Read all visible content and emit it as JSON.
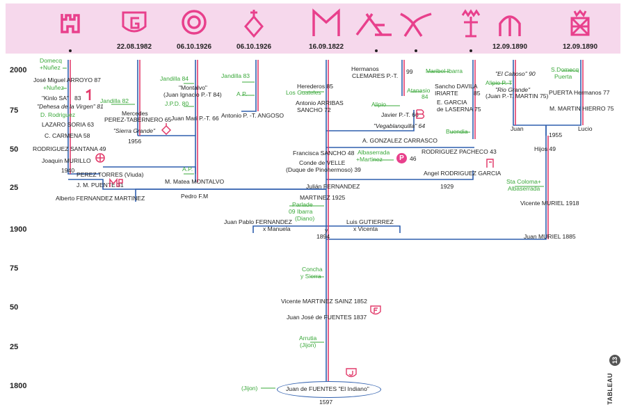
{
  "brand_dates": [
    "",
    "22.08.1982",
    "06.10.1926",
    "06.10.1926",
    "16.09.1822",
    "",
    "",
    "",
    "12.09.1890",
    "12.09.1890"
  ],
  "brand_names": [
    "castle-brand-icon",
    "g-brand-icon",
    "ring-brand-icon",
    "diamond-cross-brand-icon",
    "m-brand-icon",
    "triangle-brand-icon",
    "horned-brand-icon",
    "crown-anchor-brand-icon",
    "arch-brand-icon",
    "crowned-box-brand-icon"
  ],
  "year_labels": {
    "y2000": "2000",
    "y75a": "75",
    "y50a": "50",
    "y25a": "25",
    "y1900": "1900",
    "y75b": "75",
    "y50b": "50",
    "y25b": "25",
    "y1800": "1800"
  },
  "colors": {
    "blue": "#2f5fae",
    "red": "#e23a6a",
    "green": "#3aa83a",
    "banner": "#f6d8ec",
    "brand": "#e8408c"
  },
  "labels": {
    "domecq_nunez": "Domecq\n+Nuñez",
    "arroyo": "José Miguel ARROYO 87",
    "nunez": "+Nuñez",
    "kinlo": "\"Kinlo SA\"",
    "kinlo_num": "83",
    "dehesa": "\"Dehesa de la Virgen\" 81",
    "d_rodriguez": "D. Rodriguez",
    "lazaro": "LAZARO SORIA 63",
    "carmena": "C. CARMENA 58",
    "rodriguez_santana": "RODRIGUEZ SANTANA 49",
    "murillo": "Joaquin MURILLO",
    "y1940": "1940",
    "perez_torres": "PEREZ TORRES (Viuda)",
    "puente": "J. M. PUENTE 31",
    "alberto": "Alberto FERNANDEZ MARTINEZ",
    "jandilla82": "Jandilla 82",
    "mercedes": "Mercedes",
    "perez_tabernero": "PEREZ-TABERNERO 65",
    "sierra_grande": "\"Sierra Grande\"",
    "y1956": "1956",
    "jandilla84": "Jandilla 84",
    "montalvo": "\"Montalvo\"",
    "juan_ignacio": "(Juan Ignacio P.-T 84)",
    "jpd80": "J.P.D. 80",
    "juan_mari": "Juan Mari P.-T. 66",
    "ap1": "A.P.",
    "matea": "M. Matea MONTALVO",
    "pedro": "Pedro F.M",
    "jandilla83": "Jandilla 83",
    "ap2": "A.P.",
    "antonio_angoso": "Antonio P. -T. ANGOSO",
    "herederos": "Herederos 85",
    "los_guateles": "Los Guateles",
    "antonio_arribas": "Antonio ARRIBAS",
    "sancho72": "SANCHO 72",
    "francisca": "Francisca SANCHO 48",
    "conde": "Conde de VELLE",
    "duque": "(Duque de Pinohermoso) 39",
    "julian": "Julián FERNANDEZ",
    "martinez1925": "MARTINEZ 1925",
    "parlade": "Parlade",
    "ibarra09": "09 Ibarra",
    "diano": "(Diano)",
    "juan_pablo": "Juan Pablo FERNANDEZ",
    "x_manuela": "x Manuela",
    "luis": "Luis GUTIERREZ",
    "x_vicenta": "x Vicenta",
    "y_": "y",
    "y1894": "1894",
    "hermanos": "Hermanos",
    "clemares": "CLEMARES P.-T.",
    "n99": "99",
    "atanasio": "Atanasio",
    "n84": "84",
    "alipio": "Alipio",
    "javier": "Javier P.-T. 66",
    "vegablanquilla": "\"Vegablanquilla\" 64",
    "gonzalez": "A. GONZALEZ CARRASCO",
    "albaserrada": "Albaserrada",
    "martinez_plus": "+Martinez",
    "p_badge": "P",
    "n46": "46",
    "maribel": "Maribel Ibarra",
    "sancho_davila": "Sancho DAVILA",
    "iriarte": "IRIARTE",
    "n85": "85",
    "e_garcia": "E. GARCIA",
    "lasserna": "de LASERNA 75",
    "buendia": "Buendia",
    "rodriguez_pacheco": "RODRIGUEZ PACHECO 43",
    "angel": "Angel RODRIGUEZ GARCIA",
    "y1929": "1929",
    "el_cahoso": "\"El Cahoso\" 90",
    "alipio_pt": "Alipio P.-T",
    "rio_grande": "\"Rio Grande\"",
    "juan_martin": "(Juan P.-T. MARTIN 75)",
    "juan": "Juan",
    "sdomecq": "S.Domecq",
    "puerta": "Puerta",
    "puerta_hermanos": "PUERTA Hermanos 77",
    "martin_hierro": "M. MARTIN HIERRO 75",
    "lucio": "Lucio",
    "y1955": "1955",
    "hijos": "Hijos 49",
    "sta_coloma": "Sta Coloma+",
    "albaserrada2": "Albaserrada",
    "vicente_muriel": "Vicente MURIEL 1918",
    "juan_muriel": "Juan MURIEL 1885",
    "concha": "Concha",
    "y_sierra": "y Sierra",
    "vicente_sainz": "Vicente MARTINEZ SAINZ 1852",
    "juan_jose": "Juan José de FUENTES 1837",
    "arrutia": "Arrutia",
    "jijon1": "(Jijon)",
    "jijon2": "(Jijon)",
    "juan_indiano": "Juan de FUENTES \"El Indiano\"",
    "y1597": "1597"
  },
  "tableau": {
    "label": "TABLEAU",
    "number": "13"
  }
}
